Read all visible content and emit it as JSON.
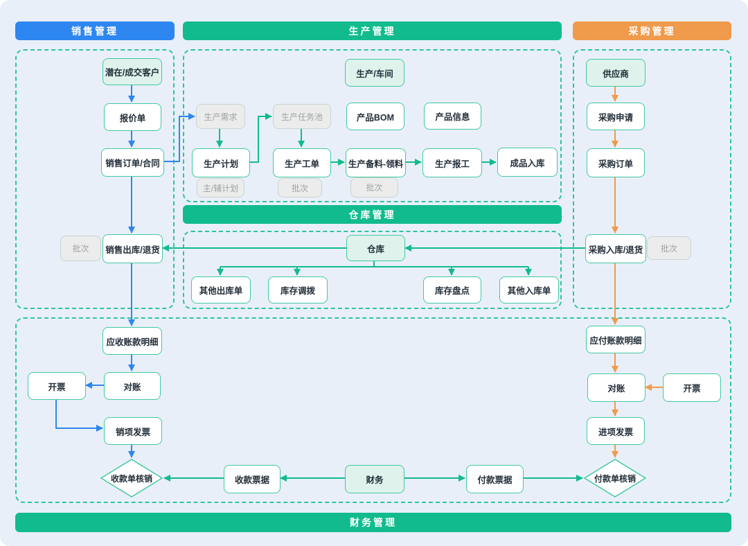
{
  "palette": {
    "background": "#e9eff8",
    "blue": "#2e86f0",
    "green": "#11bb8d",
    "orange": "#f09a4b",
    "dash": "#2cc4a0",
    "box_border": "#40c9a2",
    "mint_fill": "#dff3ec",
    "gray_fill": "#ececec"
  },
  "headers": {
    "sales": "销售管理",
    "production": "生产管理",
    "purchase": "采购管理",
    "warehouse": "仓库管理",
    "finance": "财务管理"
  },
  "nodes": {
    "customer": "潜在/成交客户",
    "quotation": "报价单",
    "sales_order": "销售订单/合同",
    "sales_batch": "批次",
    "sales_outbound": "销售出库/退货",
    "workshop": "生产/车间",
    "production_demand": "生产需求",
    "task_pool": "生产任务池",
    "product_bom": "产品BOM",
    "product_info": "产品信息",
    "production_plan": "生产计划",
    "main_aux_plan": "主/辅计划",
    "work_order": "生产工单",
    "work_order_batch": "批次",
    "material_prep": "生产备料-领料",
    "material_batch": "批次",
    "production_report": "生产报工",
    "finished_in": "成品入库",
    "supplier": "供应商",
    "purchase_request": "采购申请",
    "purchase_order": "采购订单",
    "purchase_inbound": "采购入库/退货",
    "purchase_batch": "批次",
    "warehouse": "仓库",
    "other_outbound": "其他出库单",
    "inventory_transfer": "库存调拨",
    "inventory_count": "库存盘点",
    "other_inbound": "其他入库单",
    "ar_detail": "应收账款明细",
    "invoice_ar": "开票",
    "reconcile_ar": "对账",
    "output_invoice": "销项发票",
    "receipt_writeoff": "收款单核销",
    "receipt_bill": "收款票据",
    "finance": "财务",
    "payment_bill": "付款票据",
    "ap_detail": "应付账款明细",
    "reconcile_ap": "对账",
    "invoice_ap": "开票",
    "input_invoice": "进项发票",
    "payment_writeoff": "付款单核销"
  }
}
